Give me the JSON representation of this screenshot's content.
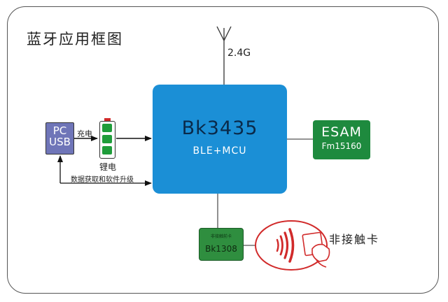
{
  "title": "蓝牙应用框图",
  "antenna_label": "2.4G",
  "mcu": {
    "name": "Bk3435",
    "subtitle": "BLE+MCU"
  },
  "pc": {
    "line1": "PC",
    "line2": "USB"
  },
  "charge_label": "充电",
  "battery_label": "锂电",
  "data_link_label": "数据获取和软件升级",
  "esam": {
    "name": "ESAM",
    "model": "Fm15160"
  },
  "nfc_chip": {
    "caption": "非接触前卡",
    "model": "Bk1308"
  },
  "contactless_label": "非接触卡",
  "colors": {
    "mcu": "#1b8fd6",
    "esam": "#1e8a3e",
    "nfc": "#2f8e3f",
    "pc": "#6f75b8",
    "card_red": "#d12a2a"
  }
}
